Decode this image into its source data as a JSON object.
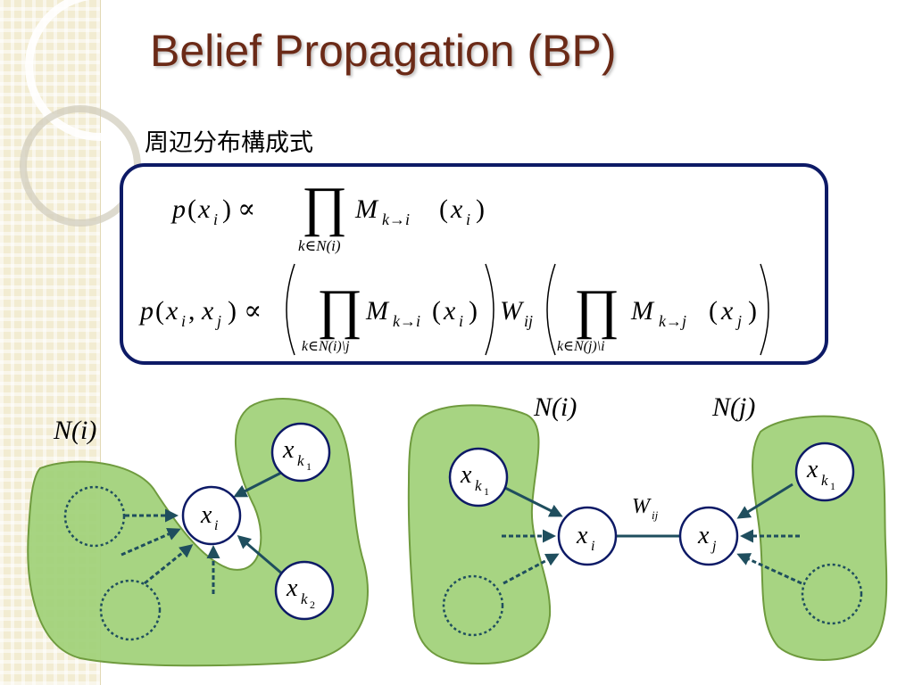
{
  "slide": {
    "title": "Belief Propagation (BP)",
    "subtitle": "周辺分布構成式"
  },
  "formula1": {
    "lhs_fn": "p",
    "lhs_var": "x",
    "lhs_sub": "i",
    "prop": "∝",
    "prod": "∏",
    "under": "k∈N(i)",
    "msg": "M",
    "msg_sub": "k→i",
    "arg": "x",
    "arg_sub": "i"
  },
  "formula2": {
    "lhs_fn": "p",
    "var_x": "x",
    "sub_i": "i",
    "sub_j": "j",
    "comma": ",",
    "prop": "∝",
    "prod": "∏",
    "under1": "k∈N(i)\\j",
    "msg": "M",
    "msg_sub1": "k→i",
    "weight": "W",
    "weight_sub": "ij",
    "under2": "k∈N(j)\\i",
    "msg_sub2": "k→j"
  },
  "diagram_left": {
    "region_label": "N(i)",
    "center": {
      "var": "x",
      "sub": "i"
    },
    "neighbor1": {
      "var": "x",
      "sub": "k",
      "subsub": "1"
    },
    "neighbor2": {
      "var": "x",
      "sub": "k",
      "subsub": "2"
    }
  },
  "diagram_right": {
    "left_region_label": "N(i)",
    "right_region_label": "N(j)",
    "node_i": {
      "var": "x",
      "sub": "i"
    },
    "node_j": {
      "var": "x",
      "sub": "j"
    },
    "left_neighbor": {
      "var": "x",
      "sub": "k",
      "subsub": "1"
    },
    "right_neighbor": {
      "var": "x",
      "sub": "k",
      "subsub": "1"
    },
    "edge_label": {
      "var": "W",
      "sub": "ij"
    }
  },
  "colors": {
    "title": "#6b2a17",
    "box_border": "#0d1a66",
    "region_fill": "#9fd077",
    "region_stroke": "#6f9b3e",
    "arrow": "#1f4e5e",
    "node_stroke": "#0d1a66"
  }
}
